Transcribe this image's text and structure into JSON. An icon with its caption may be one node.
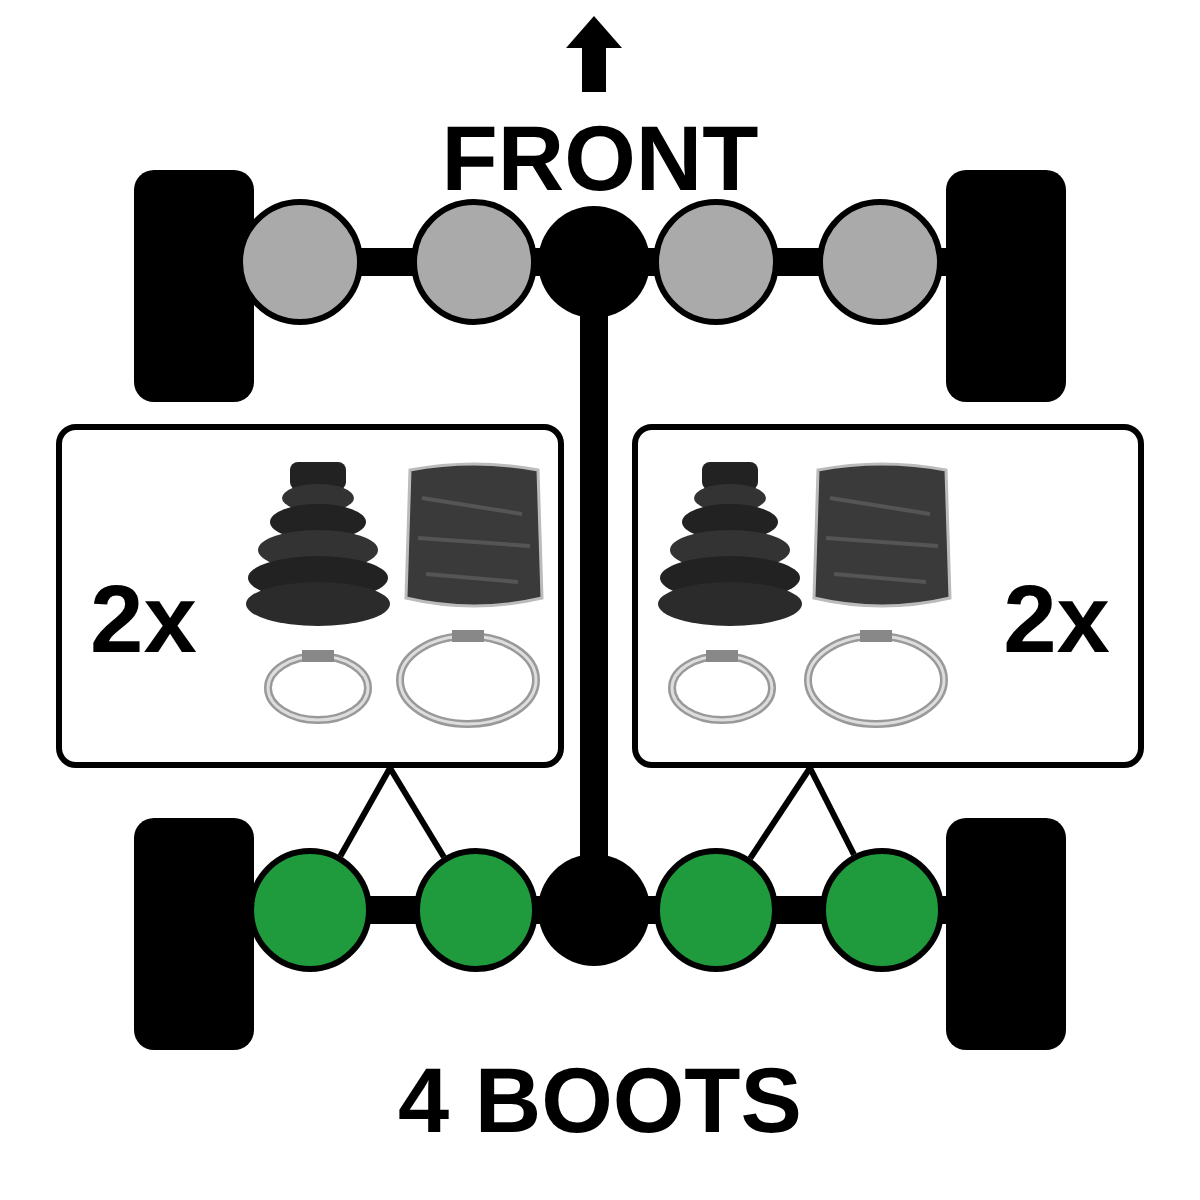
{
  "diagram": {
    "nodes": [
      {
        "text": [
          "2x"
        ]
      },
      {
        "text": [
          "2x"
        ]
      },
      {
        "text": [],
        "shape": "circle"
      },
      {
        "text": [],
        "shape": "circle"
      },
      {
        "text": [],
        "shape": "circle"
      },
      {
        "text": [],
        "shape": "circle"
      }
    ],
    "edges": [
      {
        "from": 0,
        "to": 2,
        "arrow": "none"
      },
      {
        "from": 0,
        "to": 3,
        "arrow": "none"
      },
      {
        "from": 1,
        "to": 4,
        "arrow": "none"
      },
      {
        "from": 1,
        "to": 5,
        "arrow": "none"
      }
    ],
    "labels": [
      "FRONT",
      "4 BOOTS"
    ]
  }
}
